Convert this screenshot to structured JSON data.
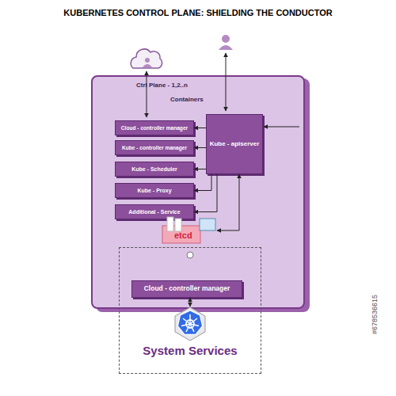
{
  "diagram": {
    "title": "KUBERNETES CONTROL PLANE: SHIELDING THE CONDUCTOR",
    "nodes": [
      {
        "text": [
          "Ctrl Plane - 1,2..n",
          "Containers"
        ]
      },
      {
        "text": [
          "Cloud - controller manager"
        ],
        "in": 0
      },
      {
        "text": [
          "Kube - controller manager"
        ],
        "in": 0
      },
      {
        "text": [
          "Kube - Scheduler"
        ],
        "in": 0
      },
      {
        "text": [
          "Kube - Proxy"
        ],
        "in": 0
      },
      {
        "text": [
          "Additional - Service"
        ],
        "in": 0
      },
      {
        "text": [
          "Kube - apiserver"
        ],
        "in": 0
      },
      {
        "text": [
          "etcd"
        ],
        "in": 0
      },
      {
        "text": [
          "System Services"
        ]
      },
      {
        "text": [
          "Cloud - controller manager"
        ],
        "in": 8
      }
    ],
    "edges": [
      {
        "from": 6,
        "to": 1,
        "arrow": "to"
      },
      {
        "from": 6,
        "to": 2,
        "arrow": "to"
      },
      {
        "from": 6,
        "to": 3,
        "arrow": "to"
      },
      {
        "from": 6,
        "to": 4,
        "arrow": "to"
      },
      {
        "from": 6,
        "to": 5,
        "arrow": "to"
      },
      {
        "from": 6,
        "to": 7,
        "arrow": "both"
      }
    ],
    "labels": [
      "#678536615"
    ]
  }
}
